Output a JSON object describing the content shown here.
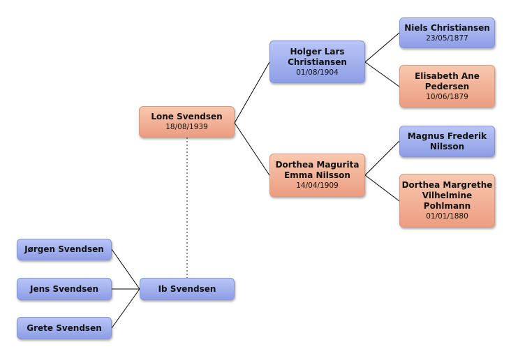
{
  "tree": {
    "root": {
      "name": "Lone Svendsen",
      "date": "18/08/1939"
    },
    "father": {
      "name": "Holger Lars\nChristiansen",
      "date": "01/08/1904"
    },
    "mother": {
      "name": "Dorthea Magurita\nEmma Nilsson",
      "date": "14/04/1909"
    },
    "paternal_grandfather": {
      "name": "Niels Christiansen",
      "date": "23/05/1877"
    },
    "paternal_grandmother": {
      "name": "Elisabeth Ane\nPedersen",
      "date": "10/06/1879"
    },
    "maternal_grandfather": {
      "name": "Magnus Frederik\nNilsson"
    },
    "maternal_grandmother": {
      "name": "Dorthea Margrethe\nVilhelmine\nPohlmann",
      "date": "01/01/1880"
    },
    "spouse": {
      "name": "Ib Svendsen"
    },
    "children": [
      {
        "name": "Jørgen Svendsen"
      },
      {
        "name": "Jens Svendsen"
      },
      {
        "name": "Grete Svendsen"
      }
    ]
  },
  "colors": {
    "male": "#a5b3f0",
    "female": "#f3b497",
    "connector": "#000000",
    "partner_link": "#666666"
  }
}
